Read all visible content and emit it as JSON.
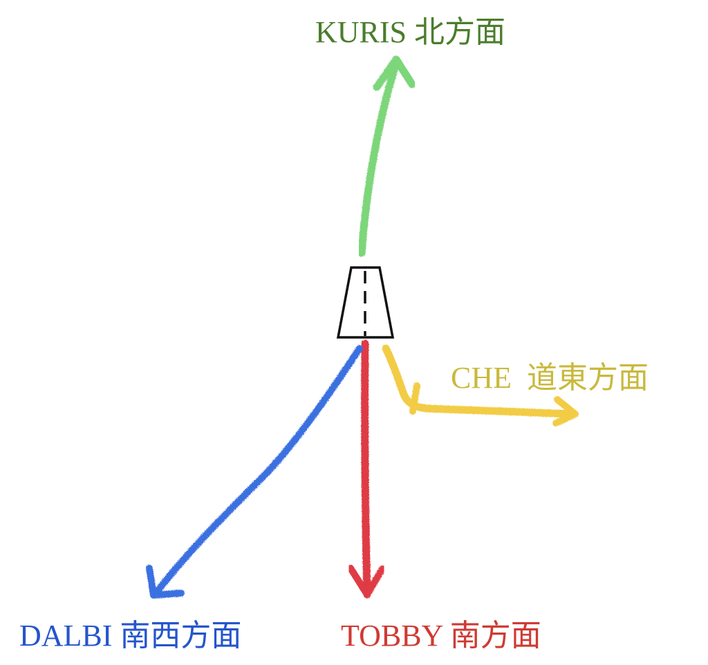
{
  "routes": {
    "north": {
      "label": "KURIS 北方面",
      "label_color": "#4a7d2c",
      "arrow_color": "#7dd67a"
    },
    "east": {
      "label": "CHE  道東方面",
      "label_color": "#c9b93c",
      "arrow_color": "#f2cc45"
    },
    "southwest": {
      "label": "DALBI 南西方面",
      "label_color": "#2455cc",
      "arrow_color": "#3b6fe0"
    },
    "south": {
      "label": "TOBBY 南方面",
      "label_color": "#cf3a33",
      "arrow_color": "#df3b45"
    }
  },
  "icons": {
    "origin": "road-icon"
  }
}
